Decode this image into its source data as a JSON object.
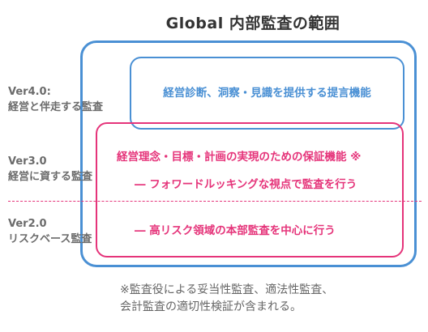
{
  "title": "Global 内部監査の範囲",
  "levels": {
    "ver4": {
      "version": "Ver4.0:",
      "label": "経営と伴走する監査",
      "description": "経営診断、洞察・見識を提供する提言機能"
    },
    "ver3": {
      "version": "Ver3.0",
      "label": "経営に資する監査",
      "description": "経営理念・目標・計画の実現のための保証機能 ※",
      "sub": "― フォワードルッキングな視点で監査を行う"
    },
    "ver2": {
      "version": "Ver2.0",
      "label": "リスクベース監査",
      "sub": "― 高リスク領域の本部監査を中心に行う"
    }
  },
  "footnote": {
    "line1": "※監査役による妥当性監査、適法性監査、",
    "line2": "会計監査の適切性検証が含まれる。"
  },
  "colors": {
    "blue": "#4a90d4",
    "pink": "#e5347a",
    "gray_text": "#6b6b6b"
  }
}
